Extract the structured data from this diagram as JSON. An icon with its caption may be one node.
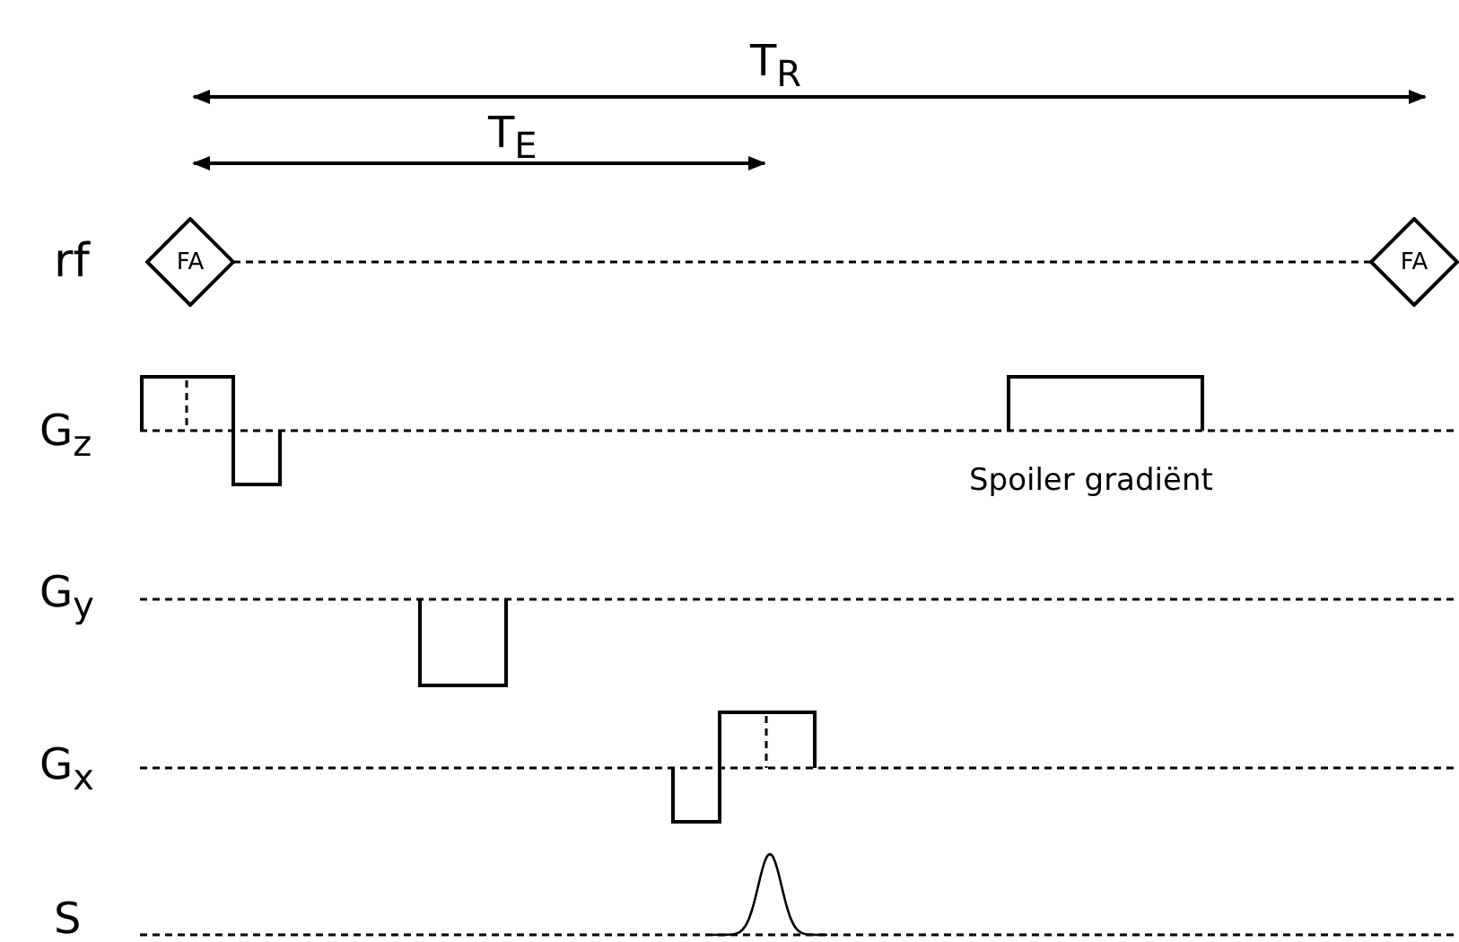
{
  "diagram": {
    "nodes": [
      {
        "text": [
          "FA"
        ]
      },
      {
        "text": [
          "FA"
        ]
      }
    ],
    "edges": [
      {
        "from": 0,
        "to": 1,
        "arrow": "none",
        "style": "dashed"
      }
    ],
    "labels": [
      "T$_{R}$",
      "T$_{E}$",
      "rf",
      "G$_{z}$",
      "Spoiler gradiënt",
      "G$_{y}$",
      "G$_{x}$",
      "S"
    ]
  }
}
